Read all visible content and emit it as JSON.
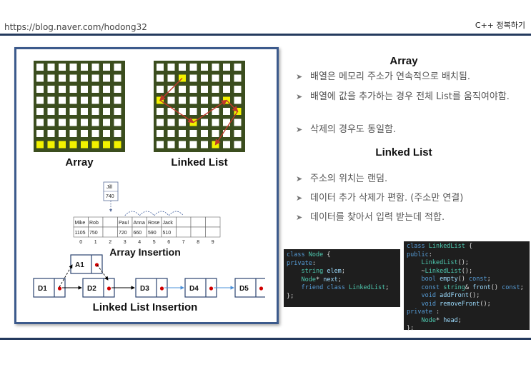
{
  "header": {
    "url": "https://blog.naver.com/hodong32",
    "brand": "C++ 정복하기"
  },
  "diagram": {
    "array_caption": "Array",
    "linked_caption": "Linked List",
    "array_insertion_caption": "Array Insertion",
    "linked_insertion_caption": "Linked List Insertion",
    "jill": {
      "name": "Jill",
      "value": "740"
    },
    "names": [
      "Mike",
      "Rob",
      "",
      "Paul",
      "Anna",
      "Rose",
      "Jack",
      "",
      "",
      ""
    ],
    "values": [
      "1105",
      "750",
      "",
      "720",
      "660",
      "590",
      "510",
      "",
      "",
      ""
    ],
    "indices": [
      "0",
      "1",
      "2",
      "3",
      "4",
      "5",
      "6",
      "7",
      "8",
      "9"
    ],
    "nodes": [
      "A1",
      "D1",
      "D2",
      "D3",
      "D4",
      "D5"
    ],
    "colors": {
      "grid_bg": "#3b4d1e",
      "cell": "#ffffff",
      "highlight": "#f2f200",
      "arrow": "#c0392b",
      "node_dot": "#d00000"
    }
  },
  "array_section": {
    "title": "Array",
    "bullets": [
      "배열은 메모리 주소가 연속적으로 배치됨.",
      "배열에 값을 추가하는 경우 전체 List를 움직여야함.",
      "삭제의 경우도 동일함."
    ]
  },
  "linked_section": {
    "title": "Linked List",
    "bullets": [
      "주소의 위치는 랜덤.",
      "데이터 추가 삭제가 편함. (주소만 연결)",
      "데이터를 찾아서 입력 받는데 적합."
    ]
  },
  "code_node": [
    "class Node {",
    "private:",
    "    string elem;",
    "    Node* next;",
    "    friend class LinkedList;",
    "};"
  ],
  "code_list": [
    "class LinkedList {",
    "public:",
    "    LinkedList();",
    "    ~LinkedList();",
    "    bool empty() const;",
    "    const string& front() const;",
    "    void addFront();",
    "    void removeFront();",
    "private :",
    "    Node* head;",
    "};"
  ]
}
